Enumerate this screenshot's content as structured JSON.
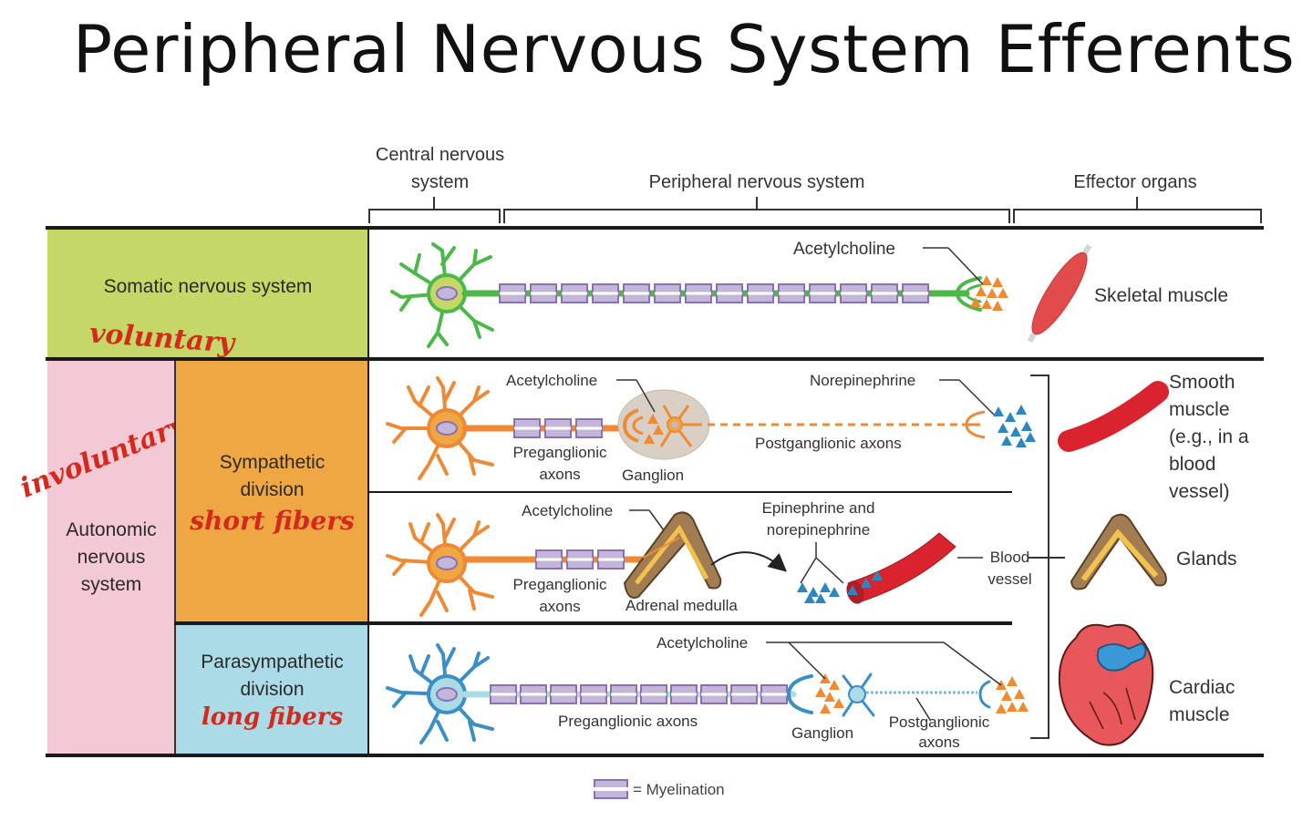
{
  "title": "Peripheral Nervous System Efferents",
  "columns": {
    "cns": "Central nervous system",
    "pns": "Peripheral nervous system",
    "effectors": "Effector organs"
  },
  "rows": {
    "somatic": {
      "label": "Somatic nervous system",
      "note": "voluntary",
      "color": "#c5d867"
    },
    "autonomic": {
      "label": "Autonomic nervous system",
      "note": "involuntary",
      "color": "#f3c9d6"
    },
    "sympathetic": {
      "label": "Sympathetic division",
      "note": "short fibers",
      "color": "#efa743"
    },
    "parasympathetic": {
      "label": "Parasympathetic division",
      "note": "long fibers",
      "color": "#acdbe8"
    }
  },
  "somatic_row": {
    "neurotransmitter": "Acetylcholine",
    "effector": "Skeletal muscle"
  },
  "sympathetic_row": {
    "neurotransmitter_pre": "Acetylcholine",
    "neurotransmitter_post": "Norepinephrine",
    "preganglionic": "Preganglionic axons",
    "ganglion": "Ganglion",
    "postganglionic": "Postganglionic axons"
  },
  "adrenal_row": {
    "neurotransmitter": "Acetylcholine",
    "hormones": "Epinephrine and norepinephrine",
    "preganglionic": "Preganglionic axons",
    "gland": "Adrenal medulla",
    "vessel": "Blood vessel"
  },
  "parasympathetic_row": {
    "neurotransmitter": "Acetylcholine",
    "preganglionic": "Preganglionic axons",
    "ganglion": "Ganglion",
    "postganglionic": "Postganglionic axons"
  },
  "effectors": {
    "smooth": "Smooth muscle (e.g., in a blood vessel)",
    "glands": "Glands",
    "cardiac": "Cardiac muscle"
  },
  "legend": {
    "myelination": "= Myelination"
  },
  "colors": {
    "somatic_neuron": "#4cb84a",
    "sympathetic_neuron": "#ee8a35",
    "parasympathetic_neuron": "#3b8fc4",
    "myelin": "#8e6fb3",
    "muscle_red": "#d9242f",
    "norepinephrine": "#2e86c1",
    "acetylcholine": "#ee8a35"
  }
}
